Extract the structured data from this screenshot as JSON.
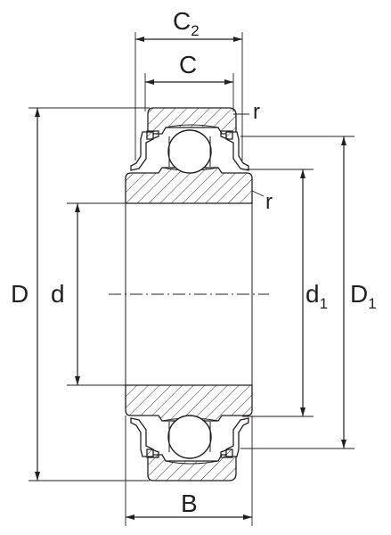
{
  "labels": {
    "C2": {
      "main": "C",
      "sub": "2"
    },
    "C": "C",
    "r_top": "r",
    "r_mid": "r",
    "D": "D",
    "d": "d",
    "d1": {
      "main": "d",
      "sub": "1"
    },
    "D1": {
      "main": "D",
      "sub": "1"
    },
    "B": "B"
  },
  "colors": {
    "line": "#231f20",
    "hatch": "#231f20",
    "background": "#ffffff"
  }
}
